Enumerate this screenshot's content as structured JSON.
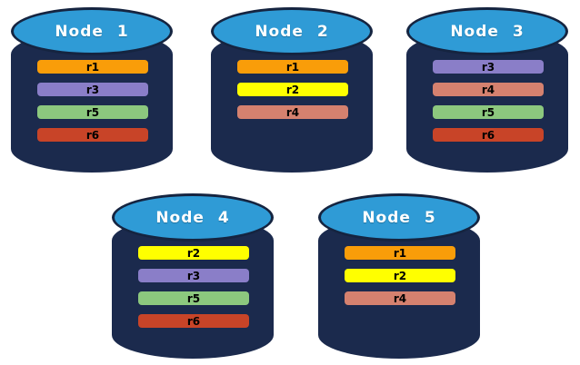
{
  "diagram": {
    "description": "Five database nodes (cylinders) showing replica placement",
    "colors": {
      "background": "#FFFFFF",
      "cylinder_body": "#1B2A4D",
      "cylinder_outline": "#152440",
      "cylinder_top": "#2F9BD6",
      "node_label_text": "#FFFFFF",
      "replica_label_text": "#000000",
      "replica_colors": {
        "r1": "#F99D09",
        "r2": "#FFFF00",
        "r3": "#8A7EC8",
        "r4": "#D5816F",
        "r5": "#8CC87E",
        "r6": "#C84428"
      }
    },
    "nodes": [
      {
        "label": "Node 1",
        "replicas": [
          "r1",
          "r3",
          "r5",
          "r6"
        ]
      },
      {
        "label": "Node 2",
        "replicas": [
          "r1",
          "r2",
          "r4"
        ]
      },
      {
        "label": "Node 3",
        "replicas": [
          "r3",
          "r4",
          "r5",
          "r6"
        ]
      },
      {
        "label": "Node 4",
        "replicas": [
          "r2",
          "r3",
          "r5",
          "r6"
        ]
      },
      {
        "label": "Node 5",
        "replicas": [
          "r1",
          "r2",
          "r4"
        ]
      }
    ]
  }
}
